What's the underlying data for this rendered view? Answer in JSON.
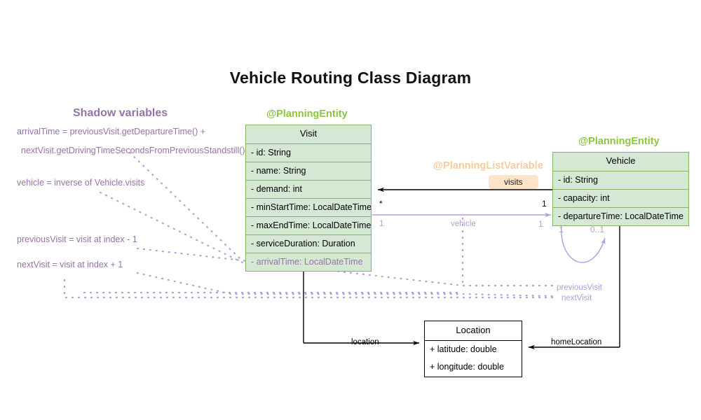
{
  "title": "Vehicle Routing Class Diagram",
  "shadow_panel": {
    "heading": "Shadow variables",
    "notes": [
      "arrivalTime = previousVisit.getDepartureTime() +",
      "nextVisit.getDrivingTimeSecondsFromPreviousStandstill()",
      "vehicle = inverse of Vehicle.visits",
      "previousVisit = visit at index - 1",
      "nextVisit = visit at index + 1"
    ]
  },
  "classes": {
    "visit": {
      "annotation": "@PlanningEntity",
      "name": "Visit",
      "attributes": [
        {
          "text": "- id: String",
          "shadow": false
        },
        {
          "text": "- name: String",
          "shadow": false
        },
        {
          "text": "- demand: int",
          "shadow": false
        },
        {
          "text": "- minStartTime: LocalDateTime",
          "shadow": false
        },
        {
          "text": "- maxEndTime: LocalDateTime",
          "shadow": false
        },
        {
          "text": "- serviceDuration: Duration",
          "shadow": false
        },
        {
          "text": "- arrivalTime: LocalDateTime",
          "shadow": true
        }
      ]
    },
    "vehicle": {
      "annotation": "@PlanningEntity",
      "name": "Vehicle",
      "attributes": [
        {
          "text": "- id: String",
          "shadow": false
        },
        {
          "text": "- capacity: int",
          "shadow": false
        },
        {
          "text": "- departureTime: LocalDateTime",
          "shadow": false
        }
      ]
    },
    "location": {
      "name": "Location",
      "attributes": [
        {
          "text": "+ latitude: double",
          "shadow": false
        },
        {
          "text": "+ longitude: double",
          "shadow": false
        }
      ]
    }
  },
  "relations": {
    "visits": {
      "annotation": "@PlanningListVariable",
      "label": "visits",
      "source_mult": "1",
      "target_mult": "*"
    },
    "vehicle_inverse": {
      "label": "vehicle",
      "source_mult": "1",
      "target_mult": "1"
    },
    "previous_visit": {
      "label": "previousVisit",
      "mult": "1"
    },
    "next_visit": {
      "label": "nextVisit",
      "mult": "0..1"
    },
    "location": {
      "label": "location"
    },
    "home_location": {
      "label": "homeLocation"
    }
  },
  "colors": {
    "entity_fill": "#d5e8d4",
    "entity_stroke": "#82b366",
    "shadow_purple": "#9673a6",
    "listvar_orange": "#f9cb9c",
    "badge_bg": "#fde4c8",
    "entity_annotation_green": "#8cc63f",
    "edge_black": "#000000",
    "edge_purple": "#b39ddb"
  }
}
